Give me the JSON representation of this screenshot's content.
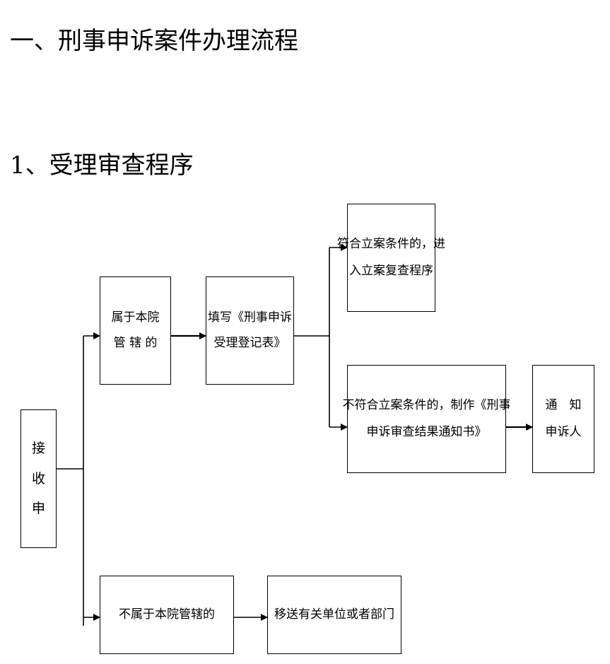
{
  "headings": {
    "main": "一、刑事申诉案件办理流程",
    "sub": "1、受理审查程序"
  },
  "boxes": {
    "receive": [
      "接",
      "收",
      "申"
    ],
    "in_jurisdiction": [
      "属于本院",
      "管 辖 的"
    ],
    "fill_form": [
      "填写《刑事申诉",
      "受理登记表》"
    ],
    "meets_criteria": [
      "符合立案条件的，进",
      "入立案复查程序"
    ],
    "not_meets_criteria": [
      "不符合立案条件的，制作《刑事",
      "申诉审查结果通知书》"
    ],
    "notify": [
      "通　知",
      "申诉人"
    ],
    "not_in_jurisdiction": [
      "不属于本院管辖的"
    ],
    "transfer": [
      "移送有关单位或者部门"
    ]
  }
}
